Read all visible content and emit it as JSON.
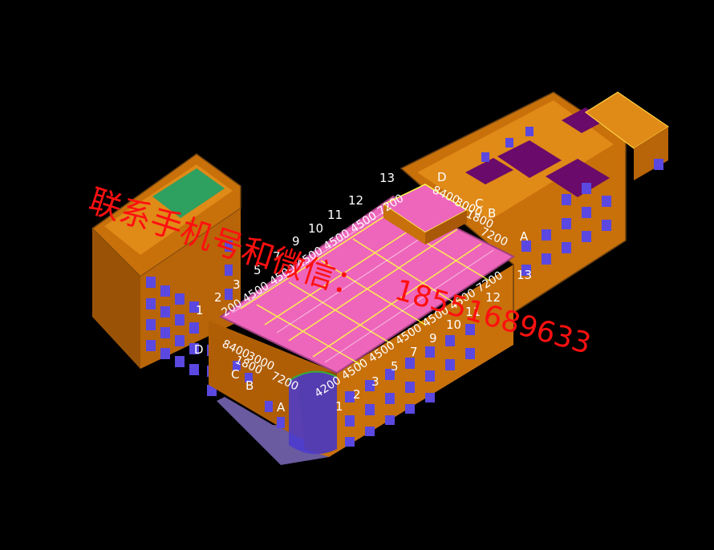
{
  "model": {
    "grid_axes_near": [
      "1",
      "2",
      "3",
      "5",
      "7",
      "9",
      "10",
      "11",
      "12",
      "13"
    ],
    "grid_axes_far": [
      "1",
      "2",
      "3",
      "5",
      "7",
      "9",
      "10",
      "11",
      "12",
      "13"
    ],
    "grid_letters_left": [
      "A",
      "B",
      "C",
      "D"
    ],
    "grid_letters_right": [
      "A",
      "B",
      "C",
      "D"
    ],
    "dims_left": [
      "8400",
      "3000",
      "1800",
      "7200"
    ],
    "dims_right": [
      "8400",
      "3000",
      "1800",
      "7200"
    ],
    "dims_top_row": "200 4500 4500 4500 4500 4500 7200",
    "dims_bottom_row": "4200 4500 4500 4500 4500 4500 7200",
    "colors": {
      "background": "#000000",
      "wall": "#c8700a",
      "wall_dark": "#9a5306",
      "window": "#5a48e0",
      "roof": "#ee66bb",
      "roof_grid": "#ffff44",
      "room": "#6a0a6a",
      "floor": "#f0a020",
      "axis_bubble": "#3aa83a",
      "watermark": "#ff1010"
    }
  },
  "watermark": {
    "line1": "联系手机号和微信：",
    "line2": "18551689633"
  }
}
